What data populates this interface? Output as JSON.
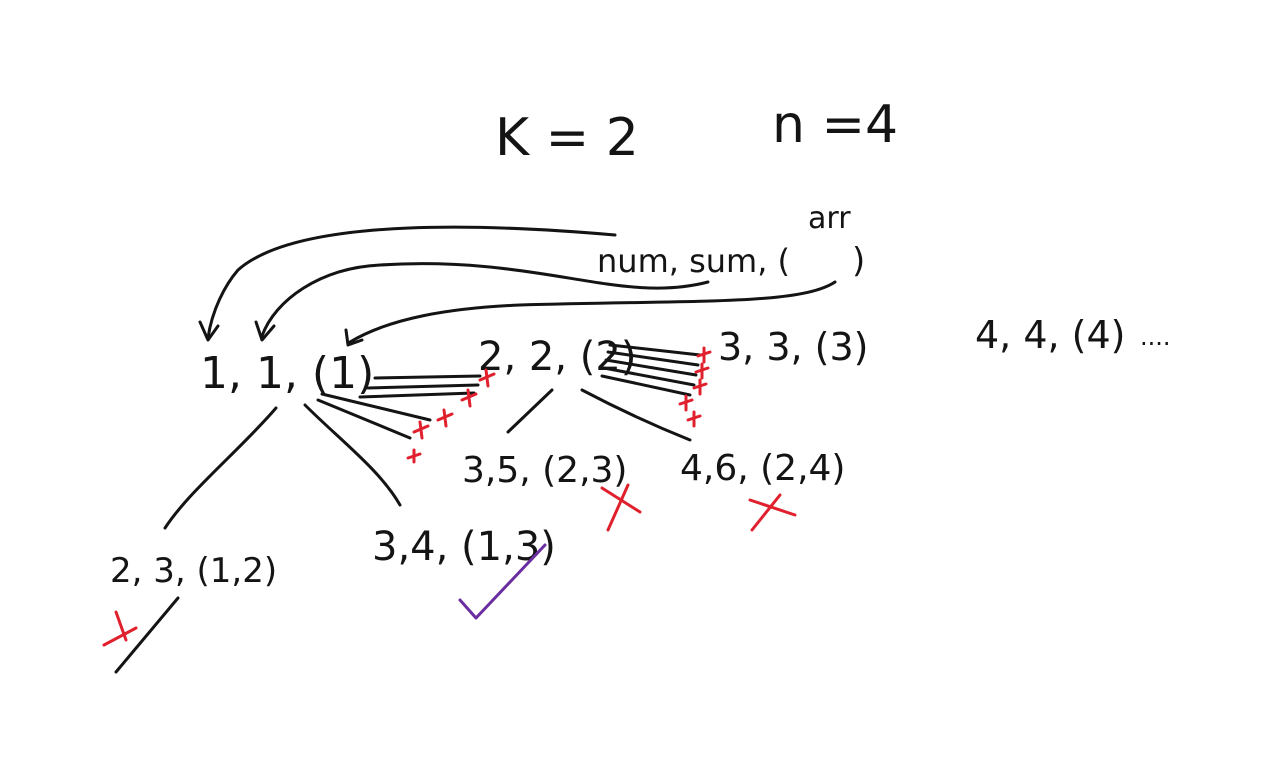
{
  "header": {
    "k_label": "K = 2",
    "n_label": "n =4"
  },
  "legend": {
    "fields_label": "num, sum, (",
    "arr_label": "arr",
    "close_paren": ")"
  },
  "level1": [
    {
      "label": "1, 1, (1)"
    },
    {
      "label": "2, 2, (2)"
    },
    {
      "label": "3, 3, (3)"
    },
    {
      "label": "4, 4, (4)"
    },
    {
      "label": "...."
    }
  ],
  "level2": [
    {
      "label": "3,5, (2,3)"
    },
    {
      "label": "4,6, (2,4)"
    }
  ],
  "level3": [
    {
      "label": "2, 3, (1,2)"
    },
    {
      "label": "3,4, (1,3)"
    }
  ],
  "colors": {
    "ink": "#141414",
    "reject": "#e0202c",
    "accept": "#6a2ea0"
  }
}
